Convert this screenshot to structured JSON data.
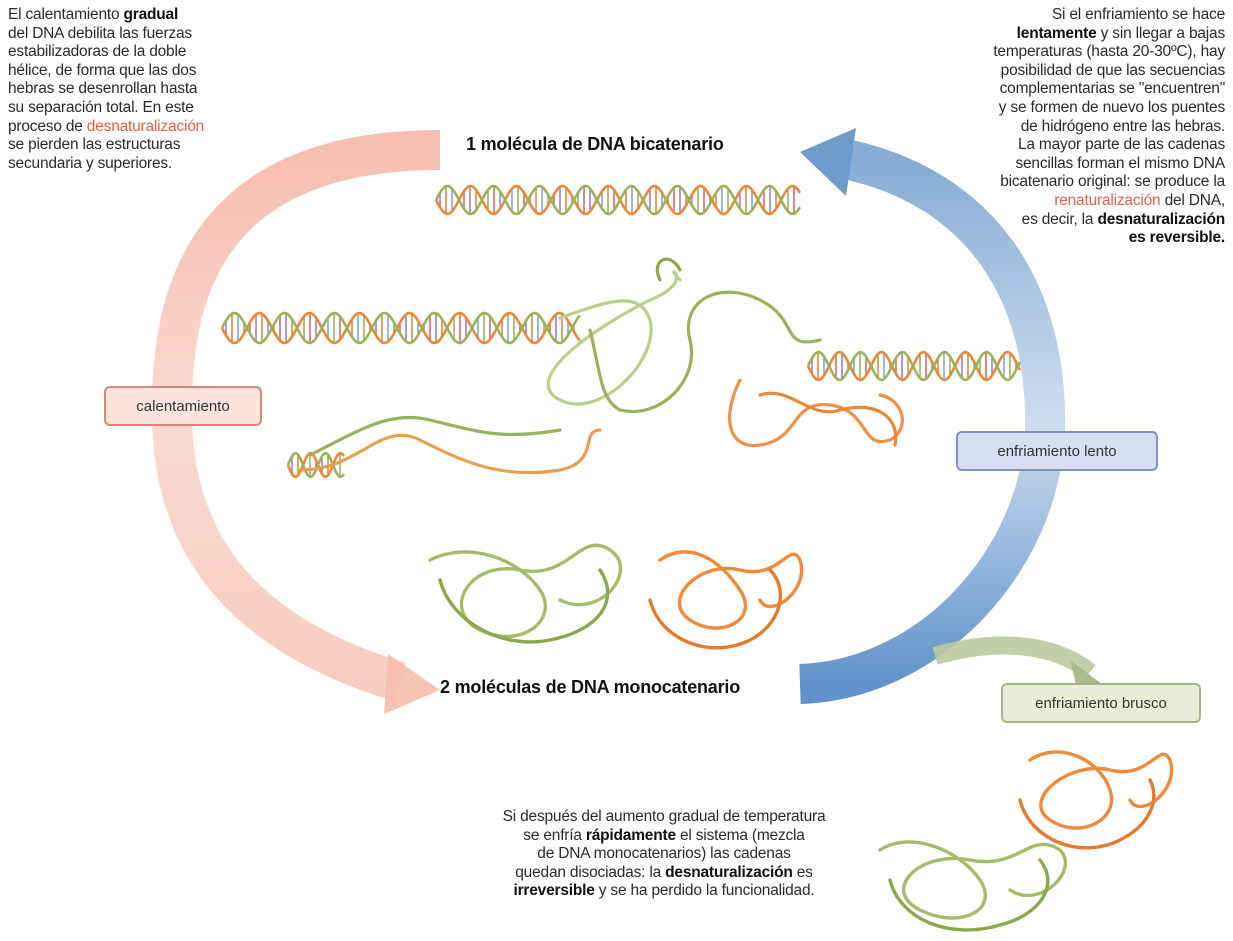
{
  "titles": {
    "top": "1 molécula de DNA bicatenario",
    "bottom": "2 moléculas de DNA monocatenario"
  },
  "labels": {
    "heating": "calentamiento",
    "slow_cooling": "enfriamiento lento",
    "fast_cooling": "enfriamiento brusco"
  },
  "text_left": {
    "l1a": "El calentamiento ",
    "l1b": "gradual",
    "l2": "del DNA debilita las fuerzas",
    "l3": "estabilizadoras de la doble",
    "l4": "hélice, de forma que las dos",
    "l5": "hebras se desenrollan hasta",
    "l6": "su separación total. En este",
    "l7a": "proceso de ",
    "l7b": "desnaturalización",
    "l8": "se pierden las estructuras",
    "l9": "secundaria y superiores."
  },
  "text_right": {
    "l1": "Si el enfriamiento se hace",
    "l2a": "lentamente",
    "l2b": " y sin llegar a bajas",
    "l3": "temperaturas (hasta 20-30ºC), hay",
    "l4": "posibilidad de que las secuencias",
    "l5": "complementarias se \"encuentren\"",
    "l6": "y se formen de nuevo los puentes",
    "l7": "de hidrógeno entre las hebras.",
    "l8": "La mayor parte de las cadenas",
    "l9": "sencillas forman el mismo DNA",
    "l10": "bicatenario original: se produce la",
    "l11a": "renaturalización",
    "l11b": " del DNA,",
    "l12a": "es decir, la ",
    "l12b": "desnaturalización",
    "l13": "es reversible."
  },
  "text_bottom": {
    "l1": "Si después del aumento gradual de temperatura",
    "l2a": "se enfría ",
    "l2b": "rápidamente",
    "l2c": " el sistema (mezcla",
    "l3": "de DNA monocatenarios) las cadenas",
    "l4a": "quedan disociadas: la ",
    "l4b": "desnaturalización",
    "l4c": " es",
    "l5a": "irreversible",
    "l5b": " y se ha perdido la funcionalidad."
  },
  "colors": {
    "heating_arrow": "#f6c9bc",
    "slow_arrow": "#7aa3cf",
    "fast_arrow": "#a9bb8b",
    "strand_orange": "#e8893a",
    "strand_green": "#9bb25a",
    "highlight_red": "#e0614a"
  }
}
